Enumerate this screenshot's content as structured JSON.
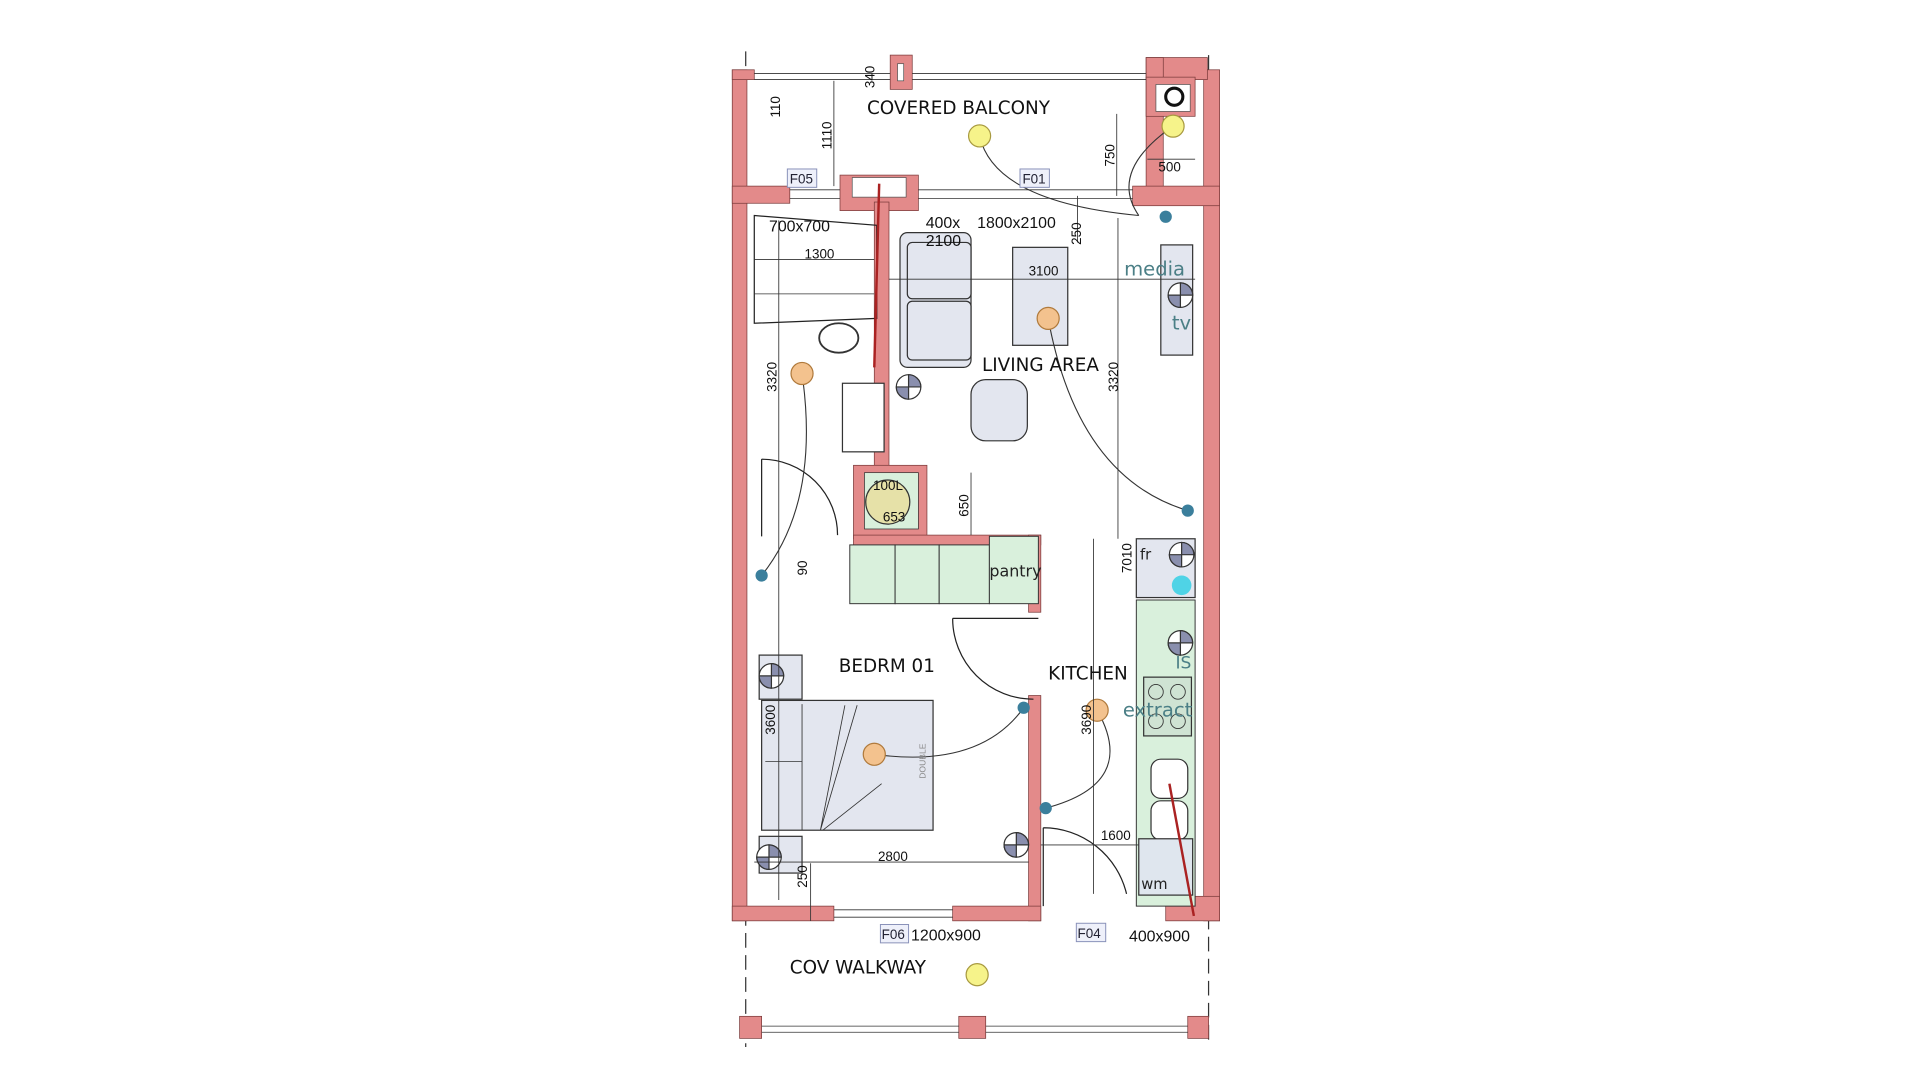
{
  "title": "Apartment floor plan",
  "rooms": {
    "covered_balcony": "COVERED BALCONY",
    "living_area": "LIVING AREA",
    "bedroom": "BEDRM 01",
    "kitchen": "KITCHEN",
    "walkway": "COV WALKWAY",
    "pantry": "pantry"
  },
  "window_tags": {
    "f05": "F05",
    "f01": "F01",
    "f06": "F06",
    "f04": "F04"
  },
  "opening_sizes": {
    "shower": "700x700",
    "door_a1": "400x",
    "door_a2": "2100",
    "slider": "1800x2100",
    "f06": "1200x900",
    "f04": "400x900",
    "cylinder": "100L",
    "cylinder_w": "653"
  },
  "dimensions": {
    "d340": "340",
    "d110": "110",
    "d1110": "1110",
    "d750": "750",
    "d500": "500",
    "d250a": "250",
    "d1300": "1300",
    "d3100": "3100",
    "d3320a": "3320",
    "d3320b": "3320",
    "d650": "650",
    "d90": "90",
    "d7010": "7010",
    "d3600": "3600",
    "d3690": "3690",
    "d1600": "1600",
    "d2800": "2800",
    "d250b": "250"
  },
  "appliances": {
    "media": "media",
    "tv": "tv",
    "fridge": "fr",
    "is": "IS",
    "extract": "extract",
    "wm": "wm",
    "bed": "DOUBLE"
  },
  "colors": {
    "wall": "#e38a8a",
    "joinery": "#d9f0dc",
    "light_ext": "#f6f38a",
    "light_int": "#f3c28e",
    "switch": "#3b7f9c"
  }
}
